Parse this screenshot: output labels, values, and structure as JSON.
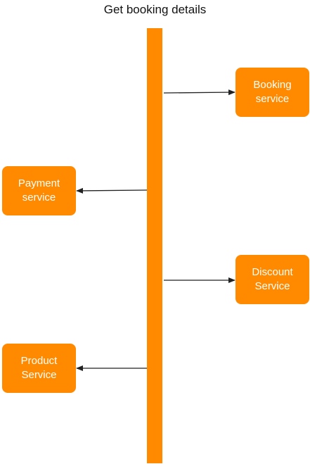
{
  "diagram": {
    "title": "Get booking details",
    "colors": {
      "bar": "#ff8a00",
      "node": "#ff8a00",
      "node_text": "#ffffff",
      "edge": "#222222"
    },
    "nodes": [
      {
        "id": "booking",
        "label": "Booking\nservice"
      },
      {
        "id": "payment",
        "label": "Payment\nservice"
      },
      {
        "id": "discount",
        "label": "Discount\nService"
      },
      {
        "id": "product",
        "label": "Product\nService"
      }
    ],
    "edges": [
      {
        "from": "bus",
        "to": "booking"
      },
      {
        "from": "bus",
        "to": "payment"
      },
      {
        "from": "bus",
        "to": "discount"
      },
      {
        "from": "bus",
        "to": "product"
      }
    ]
  }
}
